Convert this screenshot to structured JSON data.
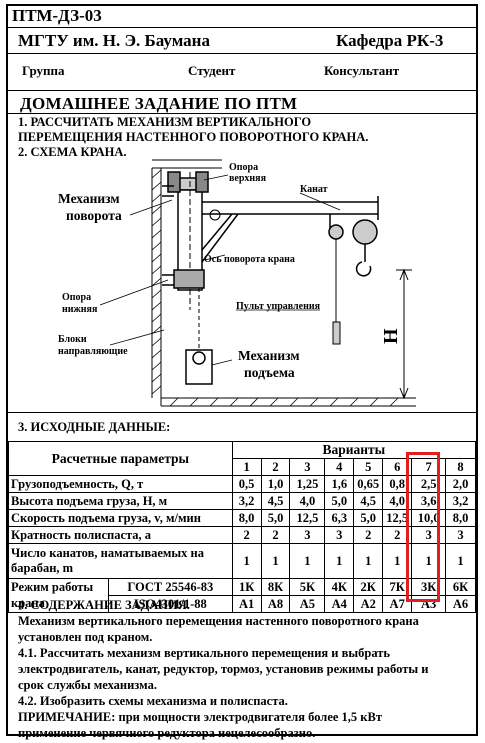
{
  "header": {
    "code": "ПТМ-ДЗ-03",
    "university": "МГТУ им. Н. Э. Баумана",
    "department": "Кафедра РК-3",
    "group_label": "Группа",
    "student_label": "Студент",
    "consultant_label": "Консультант"
  },
  "title": "ДОМАШНЕЕ ЗАДАНИЕ ПО ПТМ",
  "task": {
    "line1": "1. РАССЧИТАТЬ МЕХАНИЗМ ВЕРТИКАЛЬНОГО",
    "line2": "ПЕРЕМЕЩЕНИЯ НАСТЕННОГО   ПОВОРОТНОГО КРАНА.",
    "line3": "2. СХЕМА КРАНА."
  },
  "diagram": {
    "support_top_1": "Опора",
    "support_top_2": "верхняя",
    "rope": "Канат",
    "mech_rot_1": "Механизм",
    "mech_rot_2": "поворота",
    "axis": "Ось поворота крана",
    "support_bottom_1": "Опора",
    "support_bottom_2": "нижняя",
    "remote": "Пульт управления",
    "blocks_1": "Блоки",
    "blocks_2": "направляющие",
    "mech_lift_1": "Механизм",
    "mech_lift_2": "подъема",
    "height": "Н"
  },
  "section3": "3. ИСХОДНЫЕ ДАННЫЕ:",
  "table": {
    "params_header": "Расчетные параметры",
    "variants_header": "Варианты",
    "variants": [
      "1",
      "2",
      "3",
      "4",
      "5",
      "6",
      "7",
      "8"
    ],
    "rows": [
      {
        "label": "Грузоподъемность, Q, т",
        "values": [
          "0,5",
          "1,0",
          "1,25",
          "1,6",
          "0,65",
          "0,8",
          "2,5",
          "2,0"
        ]
      },
      {
        "label": "Высота подъема груза, Н, м",
        "values": [
          "3,2",
          "4,5",
          "4,0",
          "5,0",
          "4,5",
          "4,0",
          "3,6",
          "3,2"
        ]
      },
      {
        "label": "Скорость подъема груза, v, м/мин",
        "values": [
          "8,0",
          "5,0",
          "12,5",
          "6,3",
          "5,0",
          "12,5",
          "10,0",
          "8,0"
        ]
      },
      {
        "label": "Кратность полиспаста, а",
        "values": [
          "2",
          "2",
          "3",
          "3",
          "2",
          "2",
          "3",
          "3"
        ]
      }
    ],
    "drums_label_1": "Число канатов, наматываемых на",
    "drums_label_2": "барабан, m",
    "drums_values": [
      "1",
      "1",
      "1",
      "1",
      "1",
      "1",
      "1",
      "1"
    ],
    "mode_label_1": "Режим работы",
    "mode_label_2": "крана",
    "gost1": "ГОСТ 25546-83",
    "gost2": "ISO4301/1-88",
    "mode1_values": [
      "1К",
      "8К",
      "5К",
      "4К",
      "2К",
      "7К",
      "3К",
      "6К"
    ],
    "mode2_values": [
      "А1",
      "А8",
      "А5",
      "А4",
      "А2",
      "А7",
      "А3",
      "А6"
    ]
  },
  "section4": {
    "title": "4. СОДЕРЖАНИЕ ЗАДАНИЯ.",
    "p1_1": " Механизм вертикального перемещения  настенного поворотного крана",
    "p1_2": "установлен под краном.",
    "p2_1": "4.1. Рассчитать механизм вертикального перемещения и выбрать",
    "p2_2": "электродвигатель, канат, редуктор, тормоз, установив режимы работы и",
    "p2_3": "срок службы механизма.",
    "p3": "4.2. Изобразить схемы механизма и полиспаста.",
    "note_1": "ПРИМЕЧАНИЕ:  при мощности электродвигателя более 1,5 кВт",
    "note_2": "применение червячного редуктора нецелесообразно."
  }
}
